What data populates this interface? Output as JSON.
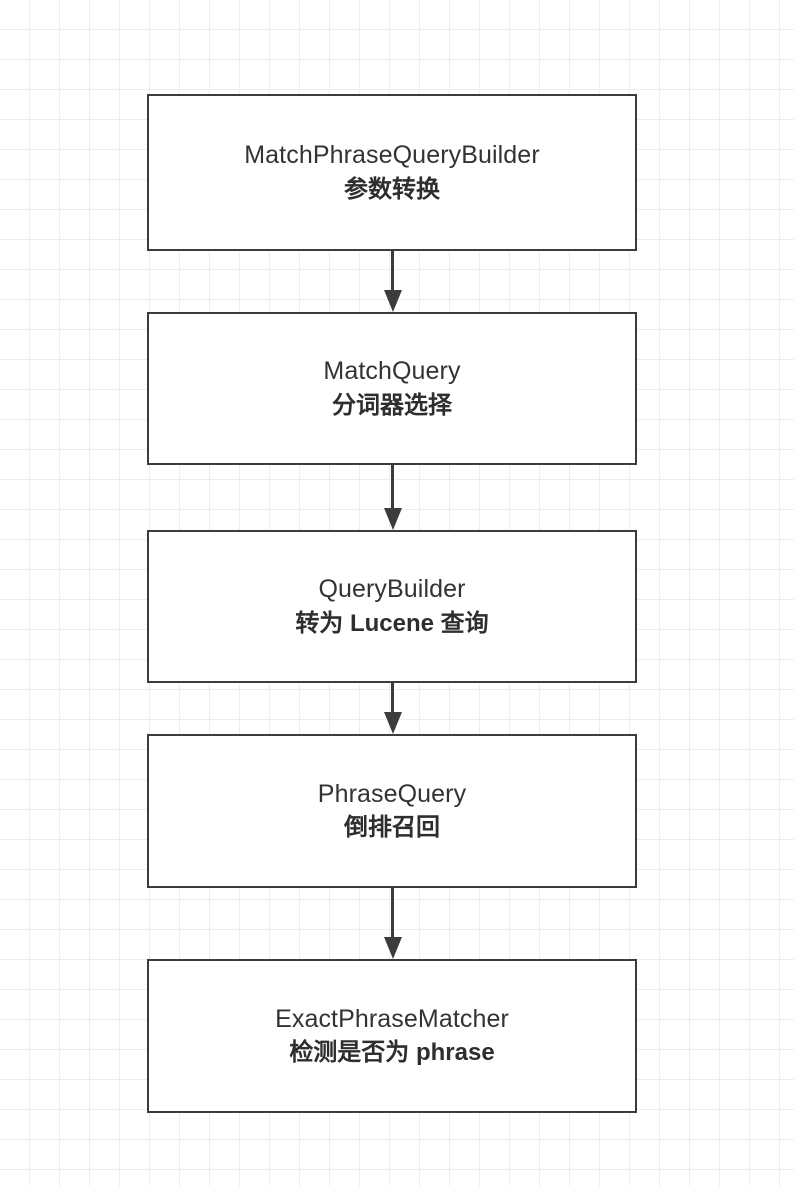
{
  "diagram": {
    "type": "flowchart",
    "orientation": "top-to-bottom",
    "background": "#ffffff",
    "grid_color": "#ededed",
    "node_border_color": "#3c3c3c",
    "node_fill_color": "#ffffff",
    "text_color": "#333333",
    "arrow_color": "#3c3c3c",
    "nodes": [
      {
        "id": "match-phrase-query-builder",
        "title": "MatchPhraseQueryBuilder",
        "subtitle": "参数转换"
      },
      {
        "id": "match-query",
        "title": "MatchQuery",
        "subtitle": "分词器选择"
      },
      {
        "id": "query-builder",
        "title": "QueryBuilder",
        "subtitle": "转为 Lucene 查询"
      },
      {
        "id": "phrase-query",
        "title": "PhraseQuery",
        "subtitle": "倒排召回"
      },
      {
        "id": "exact-phrase-matcher",
        "title": "ExactPhraseMatcher",
        "subtitle": "检测是否为 phrase"
      }
    ],
    "connectors": [
      {
        "id": "c1",
        "from": "match-phrase-query-builder",
        "to": "match-query",
        "style": "solid-arrow-down"
      },
      {
        "id": "c2",
        "from": "match-query",
        "to": "query-builder",
        "style": "solid-arrow-down"
      },
      {
        "id": "c3",
        "from": "query-builder",
        "to": "phrase-query",
        "style": "solid-arrow-down"
      },
      {
        "id": "c4",
        "from": "phrase-query",
        "to": "exact-phrase-matcher",
        "style": "solid-arrow-down"
      }
    ]
  }
}
